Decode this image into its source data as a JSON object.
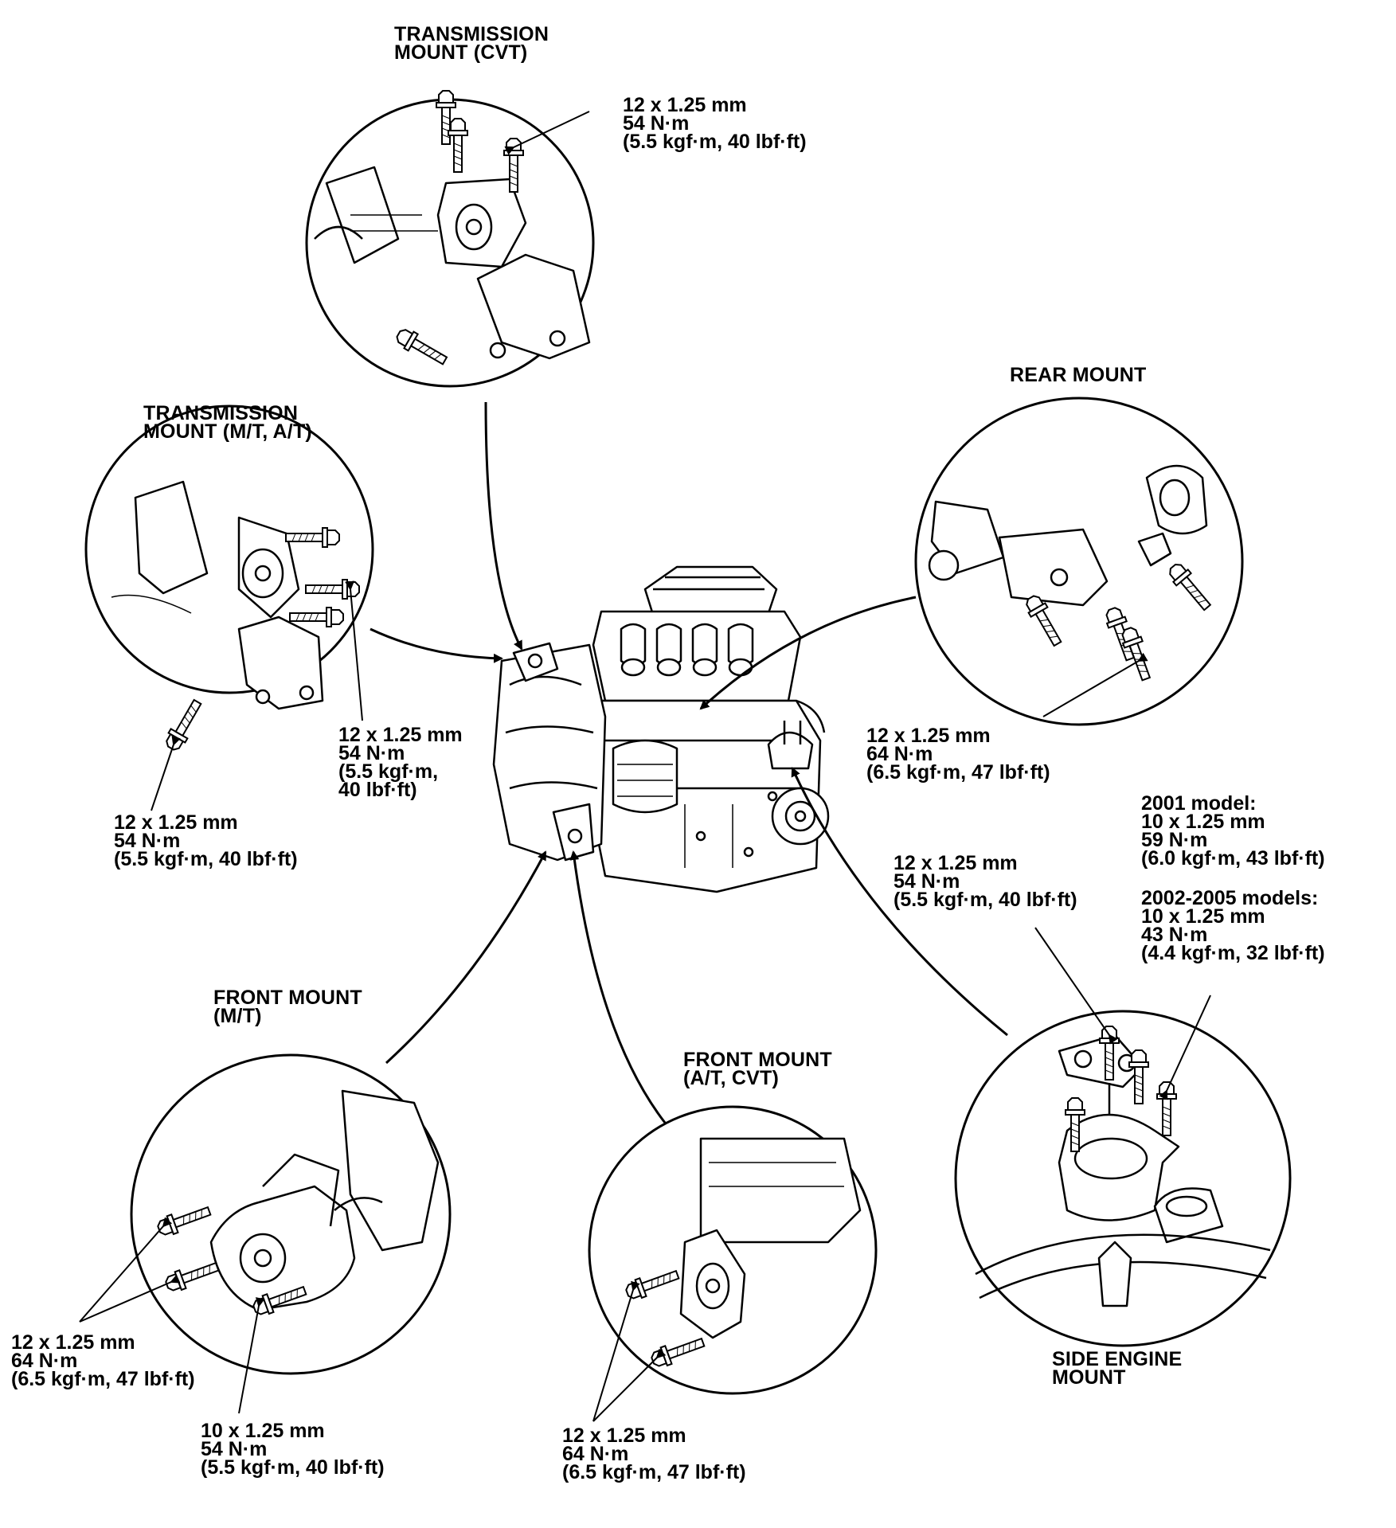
{
  "colors": {
    "ink": "#000000",
    "paper": "#ffffff"
  },
  "mounts": {
    "transmission_cvt": {
      "title": [
        "TRANSMISSION",
        "MOUNT (CVT)"
      ],
      "spec": [
        "12 x 1.25 mm",
        "54 N·m",
        "(5.5 kgf·m, 40 lbf·ft)"
      ]
    },
    "transmission_mt_at": {
      "title": [
        "TRANSMISSION",
        "MOUNT (M/T, A/T)"
      ],
      "spec_a": [
        "12 x 1.25 mm",
        "54 N·m",
        "(5.5 kgf·m,",
        "40 lbf·ft)"
      ],
      "spec_b": [
        "12 x 1.25 mm",
        "54 N·m",
        "(5.5 kgf·m, 40 lbf·ft)"
      ]
    },
    "rear": {
      "title": [
        "REAR MOUNT"
      ],
      "spec": [
        "12 x 1.25 mm",
        "64 N·m",
        "(6.5 kgf·m, 47 lbf·ft)"
      ]
    },
    "side_engine": {
      "title": [
        "SIDE ENGINE",
        "MOUNT"
      ],
      "spec_nut": [
        "12 x 1.25 mm",
        "54 N·m",
        "(5.5 kgf·m, 40 lbf·ft)"
      ],
      "spec_2001": [
        "2001 model:",
        "10 x 1.25 mm",
        "59 N·m",
        "(6.0 kgf·m, 43 lbf·ft)"
      ],
      "spec_2002": [
        "2002-2005 models:",
        "10 x 1.25 mm",
        "43 N·m",
        "(4.4 kgf·m, 32 lbf·ft)"
      ]
    },
    "front_mt": {
      "title": [
        "FRONT MOUNT",
        "(M/T)"
      ],
      "spec_a": [
        "12 x 1.25 mm",
        "64 N·m",
        "(6.5 kgf·m, 47 lbf·ft)"
      ],
      "spec_b": [
        "10 x 1.25 mm",
        "54 N·m",
        "(5.5 kgf·m, 40 lbf·ft)"
      ]
    },
    "front_at_cvt": {
      "title": [
        "FRONT MOUNT",
        "(A/T, CVT)"
      ],
      "spec": [
        "12 x 1.25 mm",
        "64 N·m",
        "(6.5 kgf·m, 47 lbf·ft)"
      ]
    }
  },
  "icons": [
    "bolt-icon",
    "engine-assembly-illustration",
    "mount-bracket-illustration"
  ]
}
